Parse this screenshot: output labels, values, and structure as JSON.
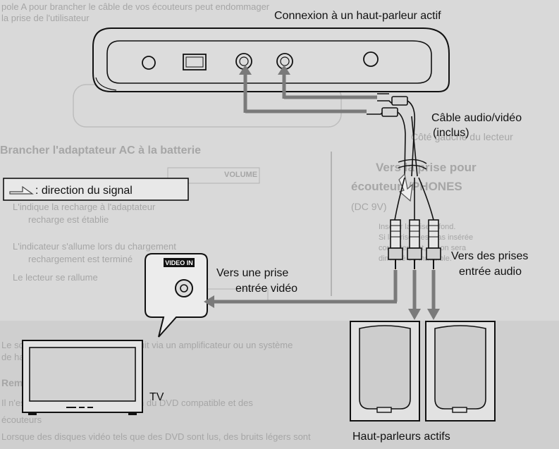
{
  "labels": {
    "title": "Connexion à un haut-parleur actif",
    "cable": "Câble audio/vidéo",
    "cable_included": "(inclus)",
    "signal_direction": ": direction du signal",
    "video_in_badge": "VIDEO IN",
    "video_input_line1": "Vers une prise",
    "video_input_line2": "entrée vidéo",
    "audio_inputs_line1": "Vers des prises",
    "audio_inputs_line2": "entrée audio",
    "tv": "TV",
    "speakers": "Haut-parleurs actifs"
  },
  "background_text": {
    "top_line1": "pole A pour brancher le câble de vos écouteurs peut endommager",
    "top_line2": "la prise de l'utilisateur",
    "side_header": "Côté gauche du lecteur",
    "volume": "VOLUME",
    "bold_heading": "Brancher l'adaptateur AC à la batterie",
    "bold_line1": "Vers la prise pour",
    "bold_line2": "écouteurs/PHONES",
    "paren": "(DC 9V)",
    "mid_line1": "L'indique la recharge à l'adaptateur",
    "mid_line2": "recharge est établie",
    "mid_line3": "L'indicateur s'allume lors du chargement",
    "mid_line4": "rechargement est terminé",
    "mid_line5": "Le lecteur se rallume",
    "remark_heading": "Remarque",
    "remark_line1": "Il n'est pas possible d'utiliser le son du DVD compatible et des",
    "remark_line2": "écouteurs",
    "remark_line3": "Lorsque des disques vidéo tels que des DVD sont lus, des bruits légers sont",
    "right_small1": "Insérer la prise à fond.",
    "right_small2": "Si la prise n'est pas insérée",
    "right_small3": "correctement, le son sera",
    "right_small4": "diminué ou inaudible.",
    "band_line1": "Le son du lecteur peut être reproduit via un amplificateur ou un système",
    "band_line2": "de haut-parleurs externes."
  },
  "colors": {
    "arrow": "#7a7a7a",
    "ink": "#111111",
    "ghost": "#a6a6a6",
    "paper": "#d9d9d9"
  }
}
